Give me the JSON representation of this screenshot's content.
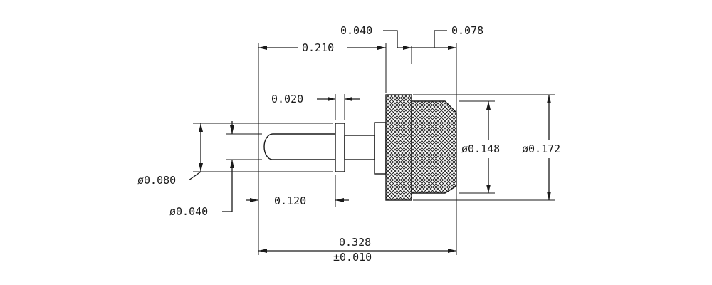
{
  "dimensions": {
    "d_head_offset": "0.040",
    "d_knurl_length": "0.078",
    "d_pin_to_collar": "0.210",
    "d_collar_thickness": "0.020",
    "d_inner_diameter": "ø0.148",
    "d_outer_diameter": "ø0.172",
    "d_collar_diameter": "ø0.080",
    "d_pin_diameter": "ø0.040",
    "d_pin_length": "0.120",
    "d_overall_length": "0.328",
    "d_overall_tolerance": "±0.010"
  }
}
